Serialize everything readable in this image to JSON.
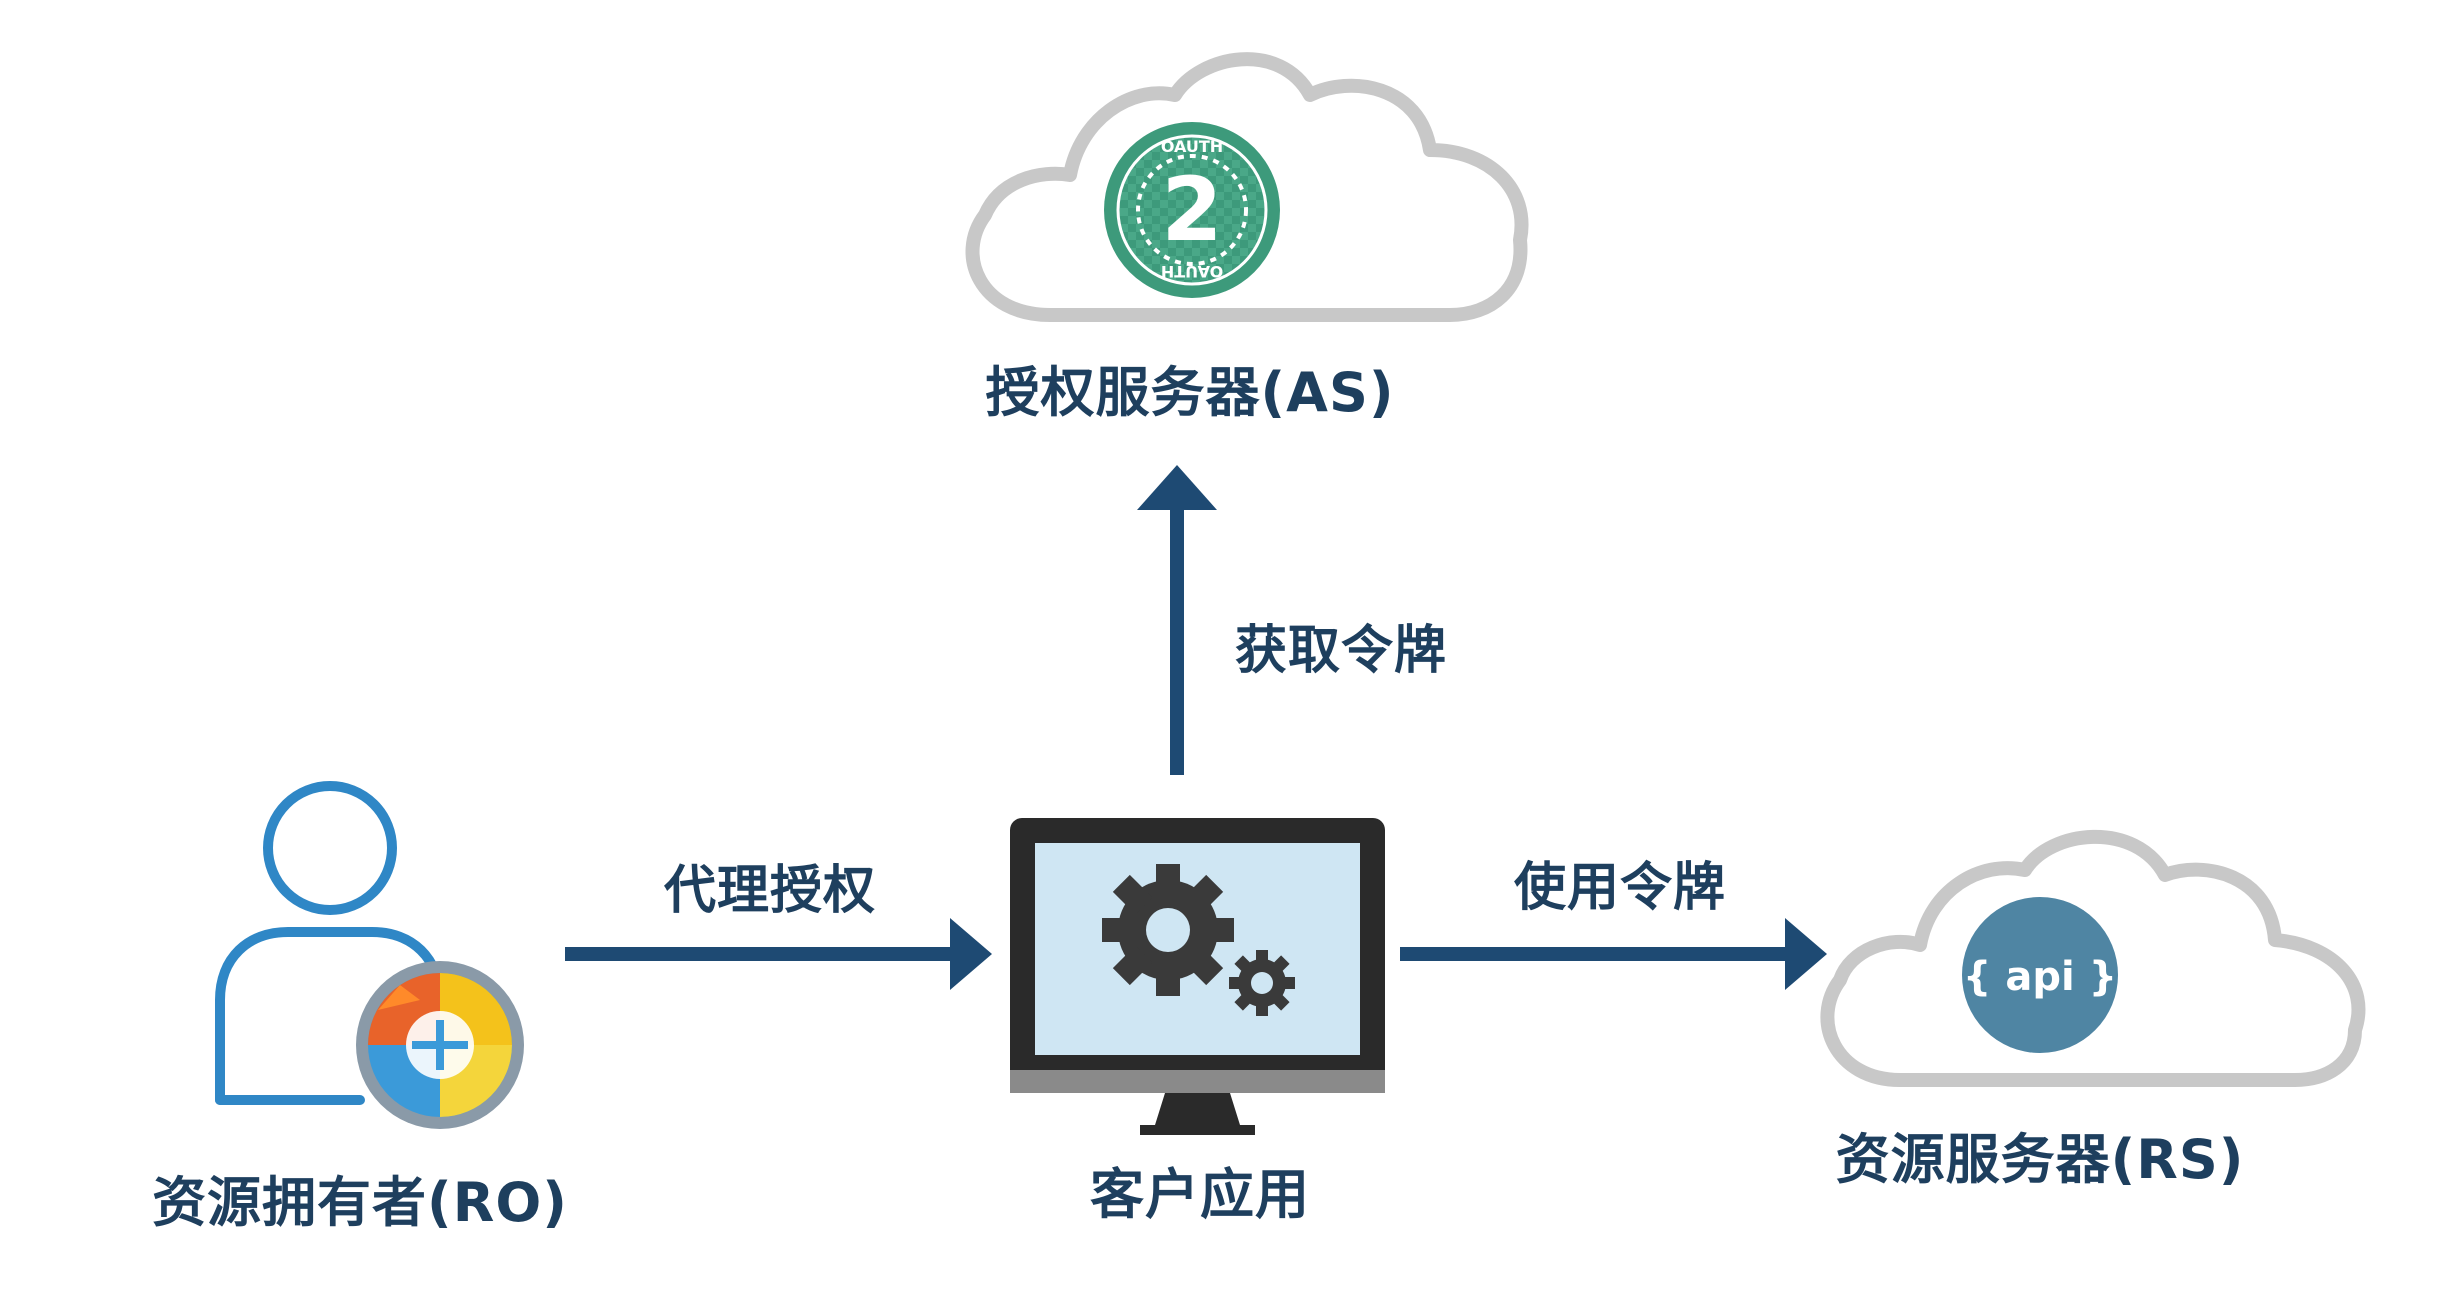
{
  "nodes": {
    "as": {
      "label": "授权服务器(AS)",
      "badge_number": "2",
      "badge_ring_top": "OAUTH",
      "badge_ring_bottom": "OAUTH"
    },
    "ro": {
      "label": "资源拥有者(RO)"
    },
    "client": {
      "label": "客户应用"
    },
    "rs": {
      "label": "资源服务器(RS)",
      "badge_text": "{ api }"
    }
  },
  "edges": {
    "ro_to_client": {
      "label": "代理授权"
    },
    "client_to_as": {
      "label": "获取令牌"
    },
    "client_to_rs": {
      "label": "使用令牌"
    }
  },
  "colors": {
    "arrow": "#1e4a73",
    "label_text": "#1e3f5e",
    "cloud_outline": "#c8c8c8",
    "oauth_badge": "#3d9a7b",
    "api_badge": "#4f85a3",
    "person_outline": "#2f87c6",
    "monitor_frame": "#2a2a2a",
    "monitor_screen": "#cfe6f3",
    "gear": "#3a3a3a"
  },
  "icons": {
    "as": "cloud-icon",
    "oauth": "oauth2-badge-icon",
    "ro": "user-icon",
    "browser": "browser-icon",
    "client": "monitor-icon",
    "gears": "gears-icon",
    "rs": "cloud-icon",
    "api": "api-badge-icon"
  }
}
